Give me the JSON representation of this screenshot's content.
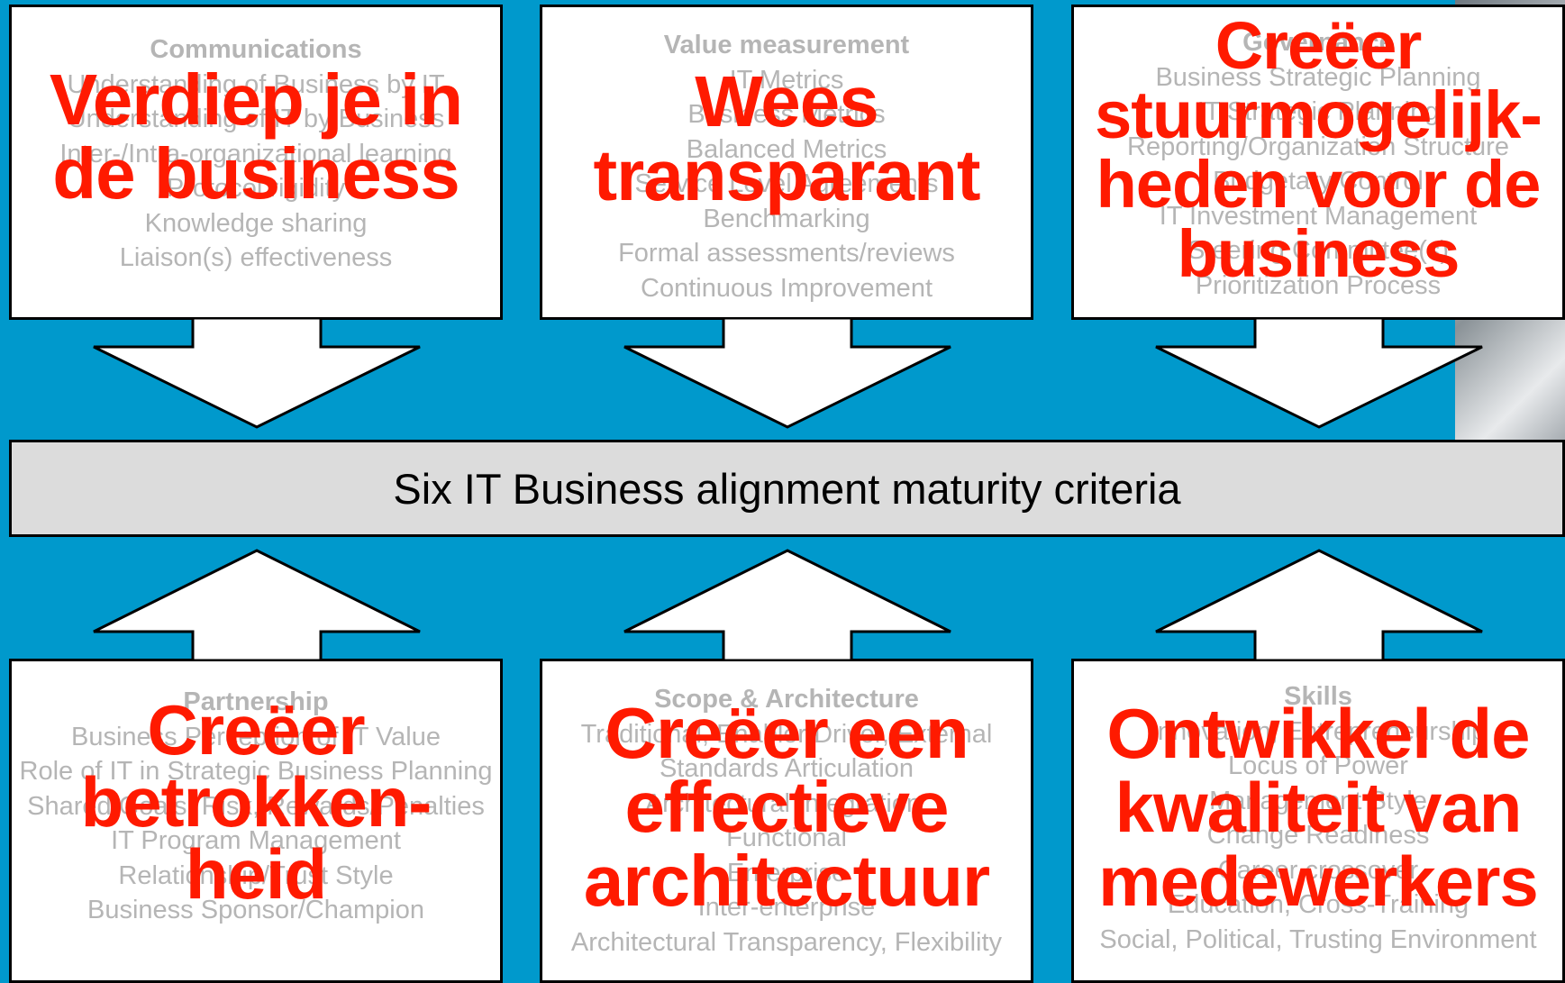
{
  "top_row": [
    {
      "title": "Communications",
      "lines": [
        "Understanding of Business by IT",
        "Understanding of IT by Business",
        "Inter-/Intra-organizational learning",
        "Protocol rigidity",
        "Knowledge sharing",
        "Liaison(s) effectiveness"
      ],
      "overlay": [
        "Verdiep je in",
        "de business"
      ]
    },
    {
      "title": "Value measurement",
      "lines": [
        "IT Metrics",
        "Business Metrics",
        "Balanced Metrics",
        "Service Level Agreements",
        "Benchmarking",
        "Formal assessments/reviews",
        "Continuous Improvement"
      ],
      "overlay": [
        "Wees",
        "transparant"
      ]
    },
    {
      "title": "Governance",
      "lines": [
        "Business Strategic Planning",
        "IT Strategic Planning",
        "Reporting/Organization Structure",
        "Budgetary Control",
        "IT Investment Management",
        "Steering Committee(s)",
        "Prioritization Process"
      ],
      "overlay": [
        "Creëer",
        "stuurmogelijk-",
        "heden voor de",
        "business"
      ]
    }
  ],
  "center_label": "Six IT Business alignment maturity criteria",
  "bottom_row": [
    {
      "title": "Partnership",
      "lines": [
        "Business Perception of IT Value",
        "Role of IT in Strategic Business Planning",
        "Shared Goals, Risk, Rewards/Penalties",
        "IT Program Management",
        "Relationship/Trust Style",
        "Business Sponsor/Champion"
      ],
      "overlay": [
        "Creëer",
        "betrokken-",
        "heid"
      ]
    },
    {
      "title": "Scope & Architecture",
      "lines": [
        "Traditional, Enabler/Driver, External",
        "Standards Articulation",
        "Architectural Integration:",
        "Functional",
        "Enterprise",
        "Inter-enterprise",
        "Architectural Transparency, Flexibility"
      ],
      "overlay": [
        "Creëer een",
        "effectieve",
        "architectuur"
      ]
    },
    {
      "title": "Skills",
      "lines": [
        "Innovation, Entrepreneurship",
        "Locus of Power",
        "Management Style",
        "Change Readiness",
        "Career crossover",
        "Education, Cross-Training",
        "Social, Political, Trusting Environment"
      ],
      "overlay": [
        "Ontwikkel de",
        "kwaliteit van",
        "medewerkers"
      ]
    }
  ]
}
